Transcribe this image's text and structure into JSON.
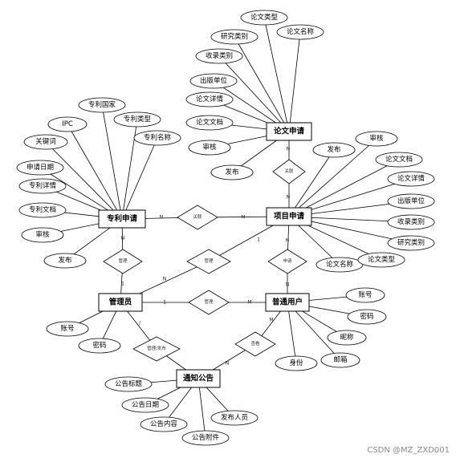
{
  "entities": [
    {
      "id": "paper",
      "label": "论文申请"
    },
    {
      "id": "patent",
      "label": "专利申请"
    },
    {
      "id": "project",
      "label": "项目申请"
    },
    {
      "id": "admin",
      "label": "管理员"
    },
    {
      "id": "user",
      "label": "普通用户"
    },
    {
      "id": "notice",
      "label": "通知公告"
    }
  ],
  "attributes": [
    {
      "id": "a1",
      "label": "论文类型"
    },
    {
      "id": "a2",
      "label": "研究类别"
    },
    {
      "id": "a3",
      "label": "论文名称"
    },
    {
      "id": "a4",
      "label": "收录类别"
    },
    {
      "id": "a5",
      "label": "出版单位"
    },
    {
      "id": "a6",
      "label": "论文详情"
    },
    {
      "id": "a7",
      "label": "论文文档"
    },
    {
      "id": "a8",
      "label": "审核"
    },
    {
      "id": "a9",
      "label": "发布"
    },
    {
      "id": "b1",
      "label": "专利国家"
    },
    {
      "id": "b2",
      "label": "IPC"
    },
    {
      "id": "b3",
      "label": "专利类型"
    },
    {
      "id": "b4",
      "label": "关键词"
    },
    {
      "id": "b5",
      "label": "专利名称"
    },
    {
      "id": "b6",
      "label": "申请日期"
    },
    {
      "id": "b7",
      "label": "专利详情"
    },
    {
      "id": "b8",
      "label": "专利文档"
    },
    {
      "id": "b9",
      "label": "审核"
    },
    {
      "id": "b10",
      "label": "发布"
    },
    {
      "id": "c1",
      "label": "发布"
    },
    {
      "id": "c2",
      "label": "审核"
    },
    {
      "id": "c3",
      "label": "论文文档"
    },
    {
      "id": "c4",
      "label": "论文详情"
    },
    {
      "id": "c5",
      "label": "出版单位"
    },
    {
      "id": "c6",
      "label": "收录类别"
    },
    {
      "id": "c7",
      "label": "研究类别"
    },
    {
      "id": "c8",
      "label": "论文名称"
    },
    {
      "id": "c9",
      "label": "论文类型"
    },
    {
      "id": "d1",
      "label": "账号"
    },
    {
      "id": "d2",
      "label": "密码"
    },
    {
      "id": "e1",
      "label": "账号"
    },
    {
      "id": "e2",
      "label": "密码"
    },
    {
      "id": "e3",
      "label": "昵称"
    },
    {
      "id": "e4",
      "label": "邮箱"
    },
    {
      "id": "e5",
      "label": "身份"
    },
    {
      "id": "f1",
      "label": "公告标题"
    },
    {
      "id": "f2",
      "label": "公告日期"
    },
    {
      "id": "f3",
      "label": "发布人员"
    },
    {
      "id": "f4",
      "label": "公告内容"
    },
    {
      "id": "f5",
      "label": "公告附件"
    }
  ],
  "relationships": [
    {
      "id": "r1",
      "label": "关联"
    },
    {
      "id": "r2",
      "label": "关联"
    },
    {
      "id": "r3",
      "label": "管理"
    },
    {
      "id": "r4",
      "label": "管理"
    },
    {
      "id": "r5",
      "label": "申请"
    },
    {
      "id": "r6",
      "label": "管理"
    },
    {
      "id": "r7",
      "label": "管理/发布"
    },
    {
      "id": "r8",
      "label": "查看"
    }
  ],
  "cardinalities": [
    {
      "id": "k1",
      "label": "N"
    },
    {
      "id": "k2",
      "label": "N"
    },
    {
      "id": "k3",
      "label": "N"
    },
    {
      "id": "k4",
      "label": "M"
    },
    {
      "id": "k5",
      "label": "N"
    },
    {
      "id": "k6",
      "label": "1"
    },
    {
      "id": "k7",
      "label": "N"
    },
    {
      "id": "k8",
      "label": "1"
    },
    {
      "id": "k9",
      "label": "N"
    },
    {
      "id": "k10",
      "label": "N"
    },
    {
      "id": "k11",
      "label": "1"
    },
    {
      "id": "k12",
      "label": "M"
    },
    {
      "id": "k13",
      "label": "/"
    },
    {
      "id": "k14",
      "label": "N"
    },
    {
      "id": "k15",
      "label": "M"
    }
  ],
  "watermark": "CSDN @MZ_ZXD001"
}
